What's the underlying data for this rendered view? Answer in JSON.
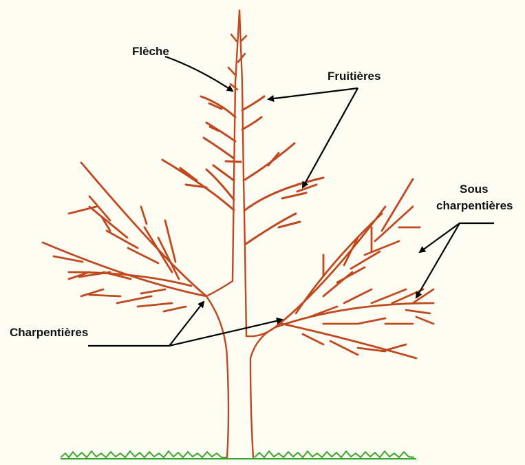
{
  "diagram": {
    "labels": {
      "fleche": "Flèche",
      "fruitieres": "Fruitières",
      "sous_line1": "Sous",
      "sous_line2": "charpentières",
      "charpentieres": "Charpentières"
    },
    "colors": {
      "background": "#fdfdf4",
      "branch": "#c0481f",
      "grass": "#3aa52c",
      "arrow": "#000000"
    }
  }
}
